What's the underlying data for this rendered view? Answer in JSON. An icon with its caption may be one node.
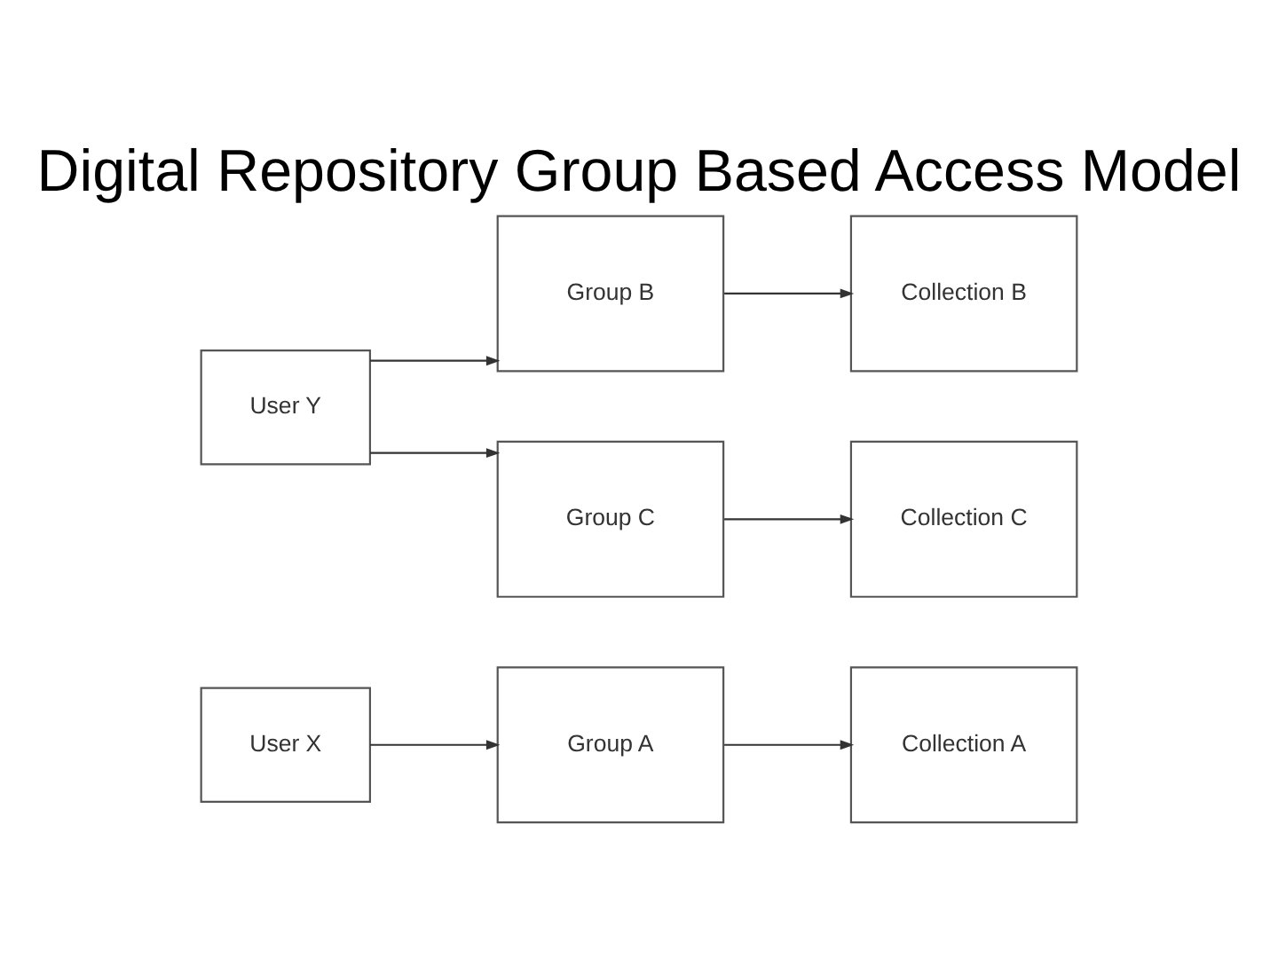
{
  "diagram": {
    "title": "Digital Repository Group Based Access Model",
    "nodes": [
      {
        "text": [
          "Group A"
        ]
      },
      {
        "text": [
          "Collection A"
        ]
      },
      {
        "text": [
          "User X"
        ]
      },
      {
        "text": [
          "Group B"
        ]
      },
      {
        "text": [
          "Collection B"
        ]
      },
      {
        "text": [
          "User Y"
        ]
      },
      {
        "text": [
          "Group C"
        ]
      },
      {
        "text": [
          "Collection C"
        ]
      }
    ],
    "edges": [
      {
        "from": 2,
        "to": 0,
        "arrow": "to"
      },
      {
        "from": 0,
        "to": 1,
        "arrow": "to"
      },
      {
        "from": 5,
        "to": 3,
        "arrow": "to"
      },
      {
        "from": 3,
        "to": 4,
        "arrow": "to"
      },
      {
        "from": 5,
        "to": 6,
        "arrow": "to"
      },
      {
        "from": 6,
        "to": 7,
        "arrow": "to"
      }
    ]
  }
}
